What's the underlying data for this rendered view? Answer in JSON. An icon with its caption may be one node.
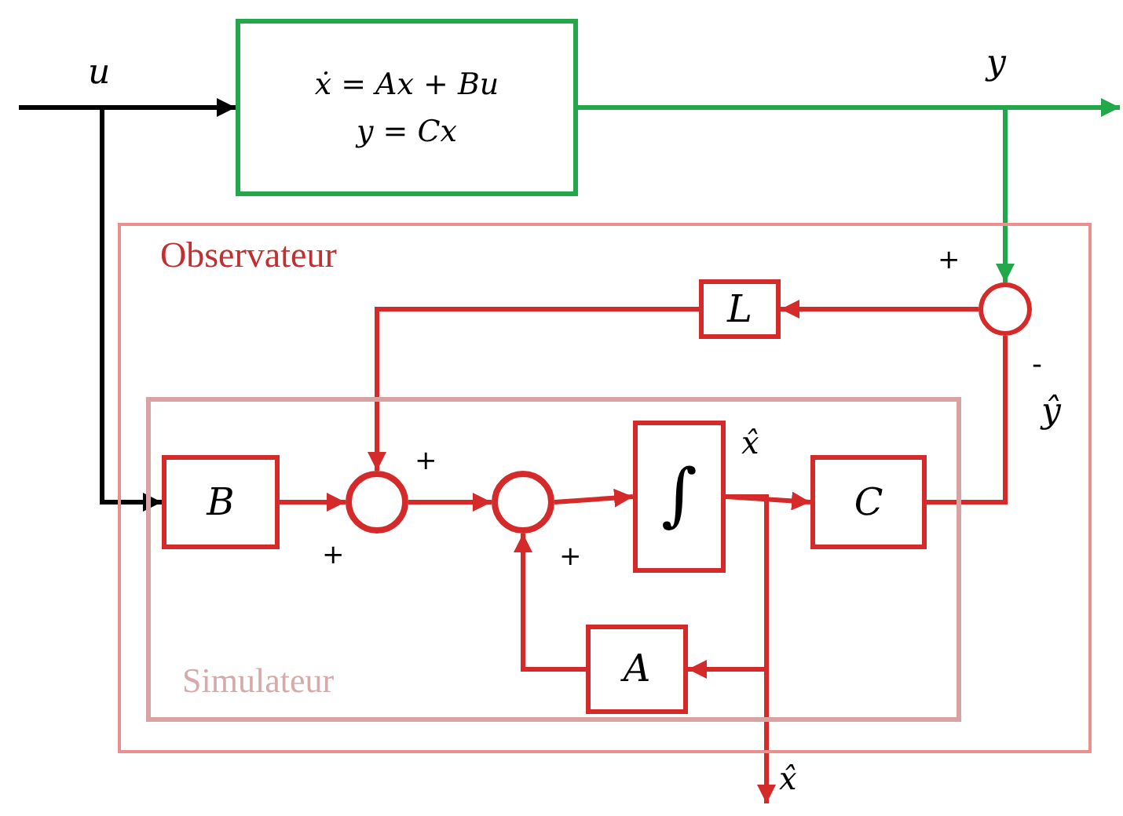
{
  "diagram": {
    "nodes": [
      {
        "text": [
          "ẋ = Ax + Bu",
          "y = Cx"
        ]
      },
      {
        "text": [
          "Observateur"
        ]
      },
      {
        "text": [
          "L"
        ],
        "in": 1
      },
      {
        "text": [],
        "shape": "circle",
        "in": 1
      },
      {
        "text": [
          "Simulateur"
        ],
        "in": 1
      },
      {
        "text": [
          "B"
        ],
        "in": 4
      },
      {
        "text": [],
        "shape": "circle",
        "in": 4
      },
      {
        "text": [],
        "shape": "circle",
        "in": 4
      },
      {
        "text": [
          "∫"
        ],
        "in": 4
      },
      {
        "text": [
          "C"
        ],
        "in": 4
      },
      {
        "text": [
          "A"
        ],
        "in": 4
      },
      {
        "text": [
          "x̂"
        ]
      }
    ],
    "edges": [
      {
        "from": null,
        "to": 0,
        "arrow": "to",
        "color": "#000000"
      },
      {
        "from": null,
        "to": 5,
        "arrow": "to",
        "color": "#000000"
      },
      {
        "from": 0,
        "to": null,
        "arrow": "to",
        "color": "#22a84a"
      },
      {
        "from": 0,
        "to": 3,
        "arrow": "to",
        "color": "#22a84a"
      },
      {
        "from": 3,
        "to": 2,
        "arrow": "to"
      },
      {
        "from": 2,
        "to": 6,
        "arrow": "to"
      },
      {
        "from": 5,
        "to": 6,
        "arrow": "to"
      },
      {
        "from": 6,
        "to": 7,
        "arrow": "to"
      },
      {
        "from": 7,
        "to": 8,
        "arrow": "to"
      },
      {
        "from": 8,
        "to": 9,
        "arrow": "to"
      },
      {
        "from": 9,
        "to": 3,
        "arrow": "none"
      },
      {
        "from": 8,
        "to": 10,
        "arrow": "to"
      },
      {
        "from": 8,
        "to": 11,
        "arrow": "to"
      },
      {
        "from": 10,
        "to": 7,
        "arrow": "to"
      }
    ],
    "labels": [
      "u",
      "y",
      "+",
      "-",
      "x̂",
      "ŷ",
      "+",
      "+",
      "+"
    ]
  }
}
